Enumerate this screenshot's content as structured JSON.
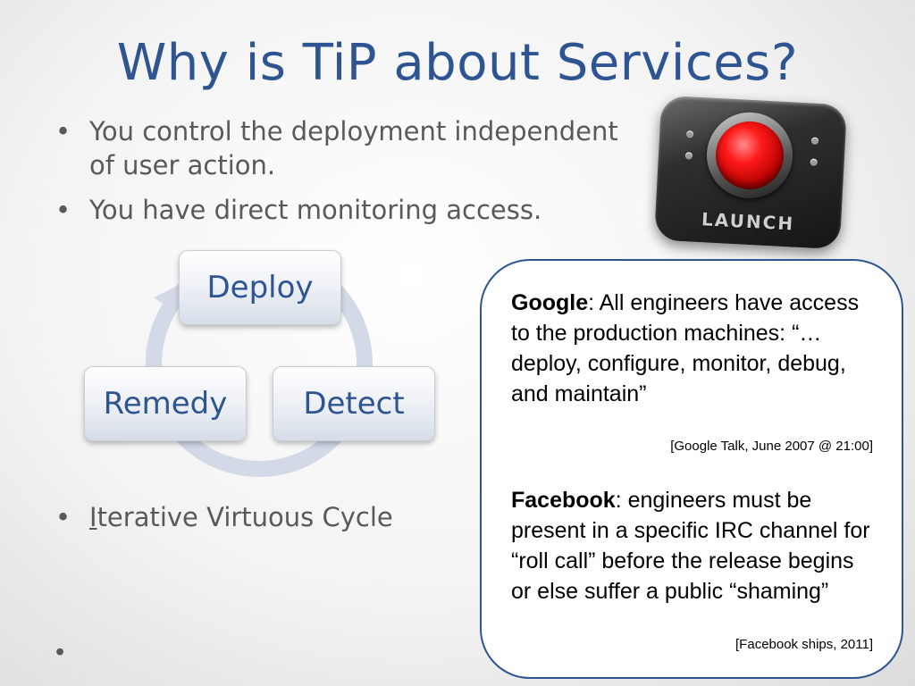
{
  "slide": {
    "title": "Why is TiP about Services?",
    "bullets": [
      "You control the deployment independent of user action.",
      "You have direct monitoring access."
    ],
    "bullet3_first_letter": "I",
    "bullet3_rest": "terative Virtuous Cycle",
    "bullet4": ""
  },
  "launch_button": {
    "label": "LAUNCH"
  },
  "cycle": {
    "nodes": [
      "Deploy",
      "Detect",
      "Remedy"
    ]
  },
  "callout": {
    "google_label": "Google",
    "google_text": ": All engineers have access to the production machines: “…deploy, configure, monitor, debug, and maintain”",
    "google_source": "[Google Talk, June 2007 @ 21:00]",
    "facebook_label": "Facebook",
    "facebook_text": ": engineers must be present in a specific IRC channel for “roll call” before the release begins or else suffer a public “shaming”",
    "facebook_source": "[Facebook ships, 2011]"
  },
  "colors": {
    "title": "#2e5592",
    "body_text": "#595959",
    "callout_border": "#2e5592"
  }
}
